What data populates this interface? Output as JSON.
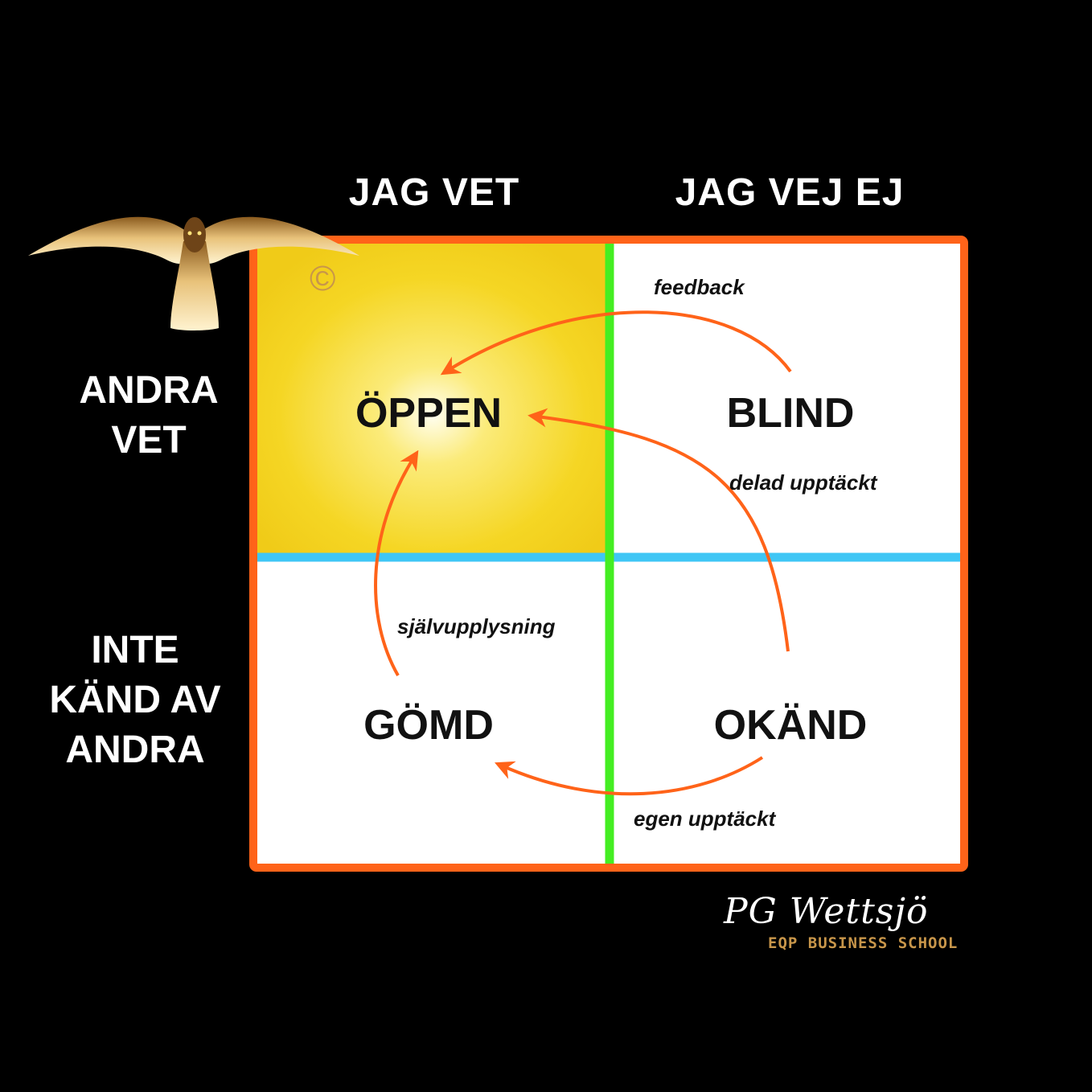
{
  "columns": {
    "left": "JAG VET",
    "right": "JAG VEJ EJ"
  },
  "rows": {
    "top": [
      "ANDRA",
      "VET"
    ],
    "bottom": [
      "INTE",
      "KÄND AV",
      "ANDRA"
    ]
  },
  "quadrants": {
    "open": "ÖPPEN",
    "blind": "BLIND",
    "hidden": "GÖMD",
    "unknown": "OKÄND"
  },
  "arrows": {
    "feedback": "feedback",
    "shared_discovery": "delad upptäckt",
    "self_disclosure": "självupplysning",
    "self_discovery": "egen upptäckt"
  },
  "logo": {
    "copyright_symbol": "©",
    "signature": "PG Wettsjö",
    "school": "EQP BUSINESS SCHOOL"
  },
  "colors": {
    "background": "#000000",
    "frame": "#ff6319",
    "vertical_divider": "#44ee22",
    "horizontal_divider": "#3fc6f5",
    "open_fill": "#f5d21a",
    "arrows": "#ff6319",
    "gold": "#c8964a"
  }
}
